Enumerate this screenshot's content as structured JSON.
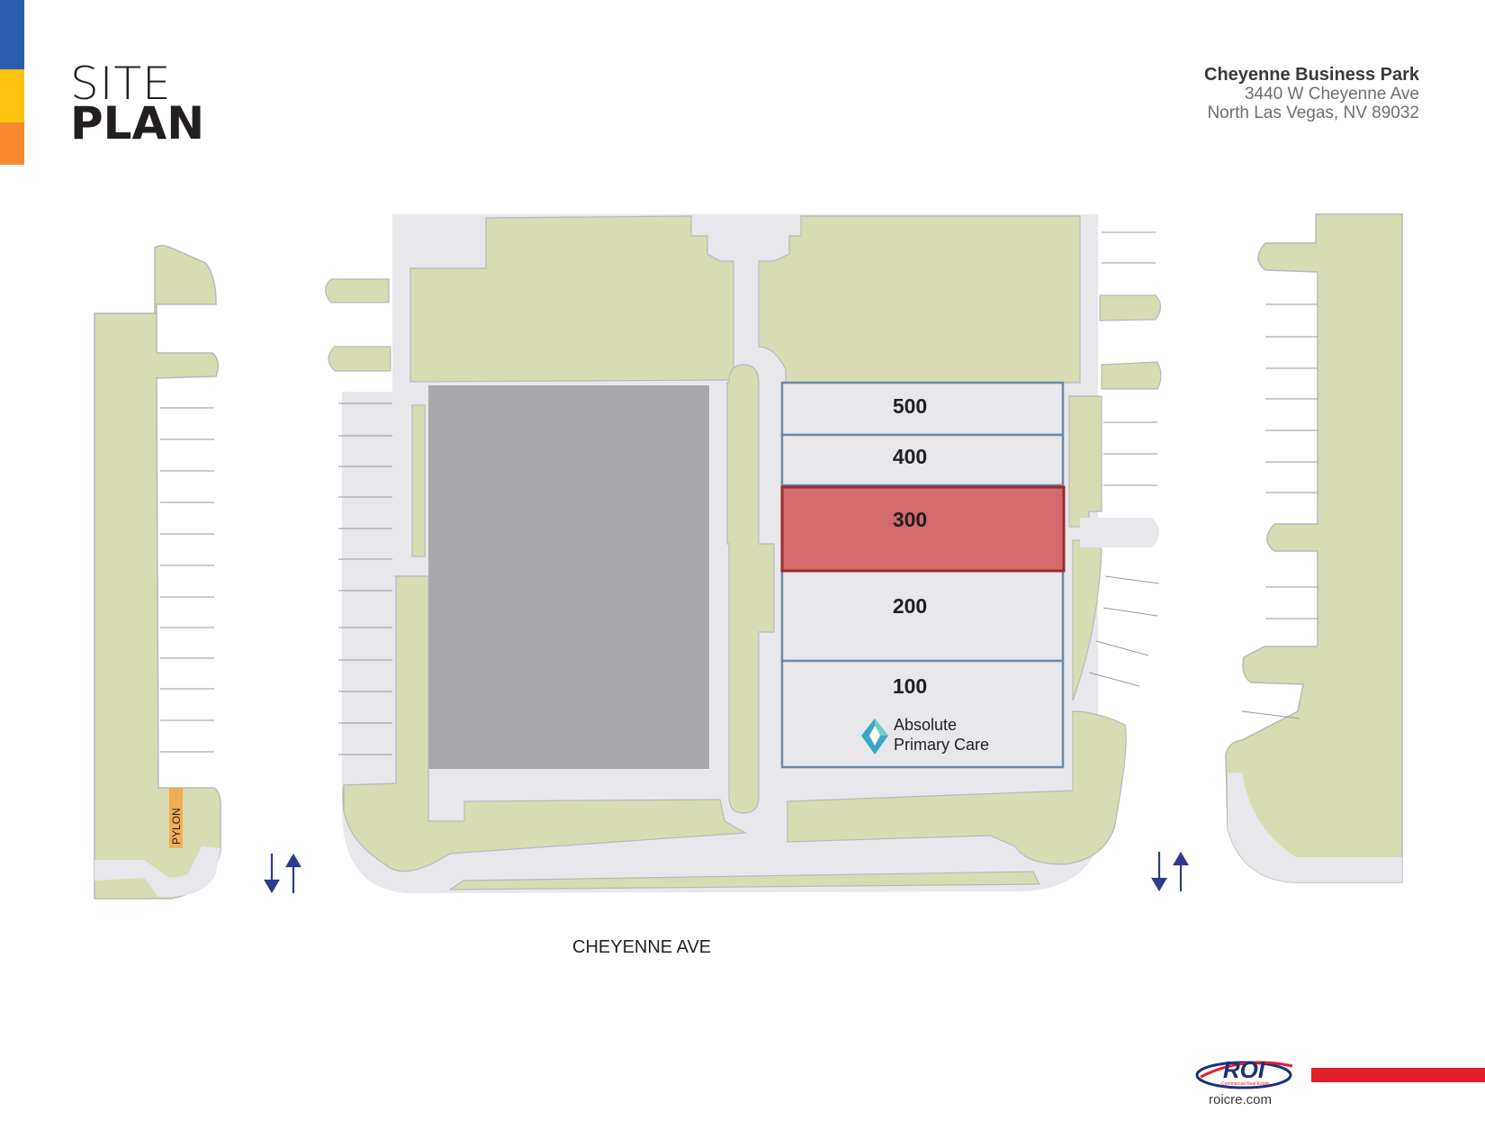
{
  "header": {
    "title_line1": "SITE",
    "title_line2": "PLAN",
    "property_name": "Cheyenne Business Park",
    "address_line1": "3440 W Cheyenne Ave",
    "address_line2": "North Las Vegas, NV 89032"
  },
  "colors": {
    "bar_top": "#2b5fad",
    "bar_middle": "#ffc20e",
    "bar_bottom": "#f7882f",
    "landscape": "#d7dcb3",
    "pavement": "#e8e7ec",
    "building_existing": "#a8a7ab",
    "highlight": "#d36a6c",
    "unit_outline": "#6b8aa5",
    "brand_red": "#e31e2d",
    "brand_navy": "#1c2f7a",
    "arrow": "#2e3a8c"
  },
  "units": [
    {
      "label": "500",
      "highlighted": false
    },
    {
      "label": "400",
      "highlighted": false
    },
    {
      "label": "300",
      "highlighted": true
    },
    {
      "label": "200",
      "highlighted": false
    },
    {
      "label": "100",
      "highlighted": false
    }
  ],
  "tenant": {
    "unit": "100",
    "name_line1": "Absolute",
    "name_line2": "Primary Care",
    "icon": "diamond-logo-icon"
  },
  "map_labels": {
    "street": "CHEYENNE AVE",
    "pylon": "PYLON"
  },
  "footer": {
    "brand_text": "ROI",
    "brand_tagline": "Commercial Real Estate",
    "url": "roicre.com"
  }
}
